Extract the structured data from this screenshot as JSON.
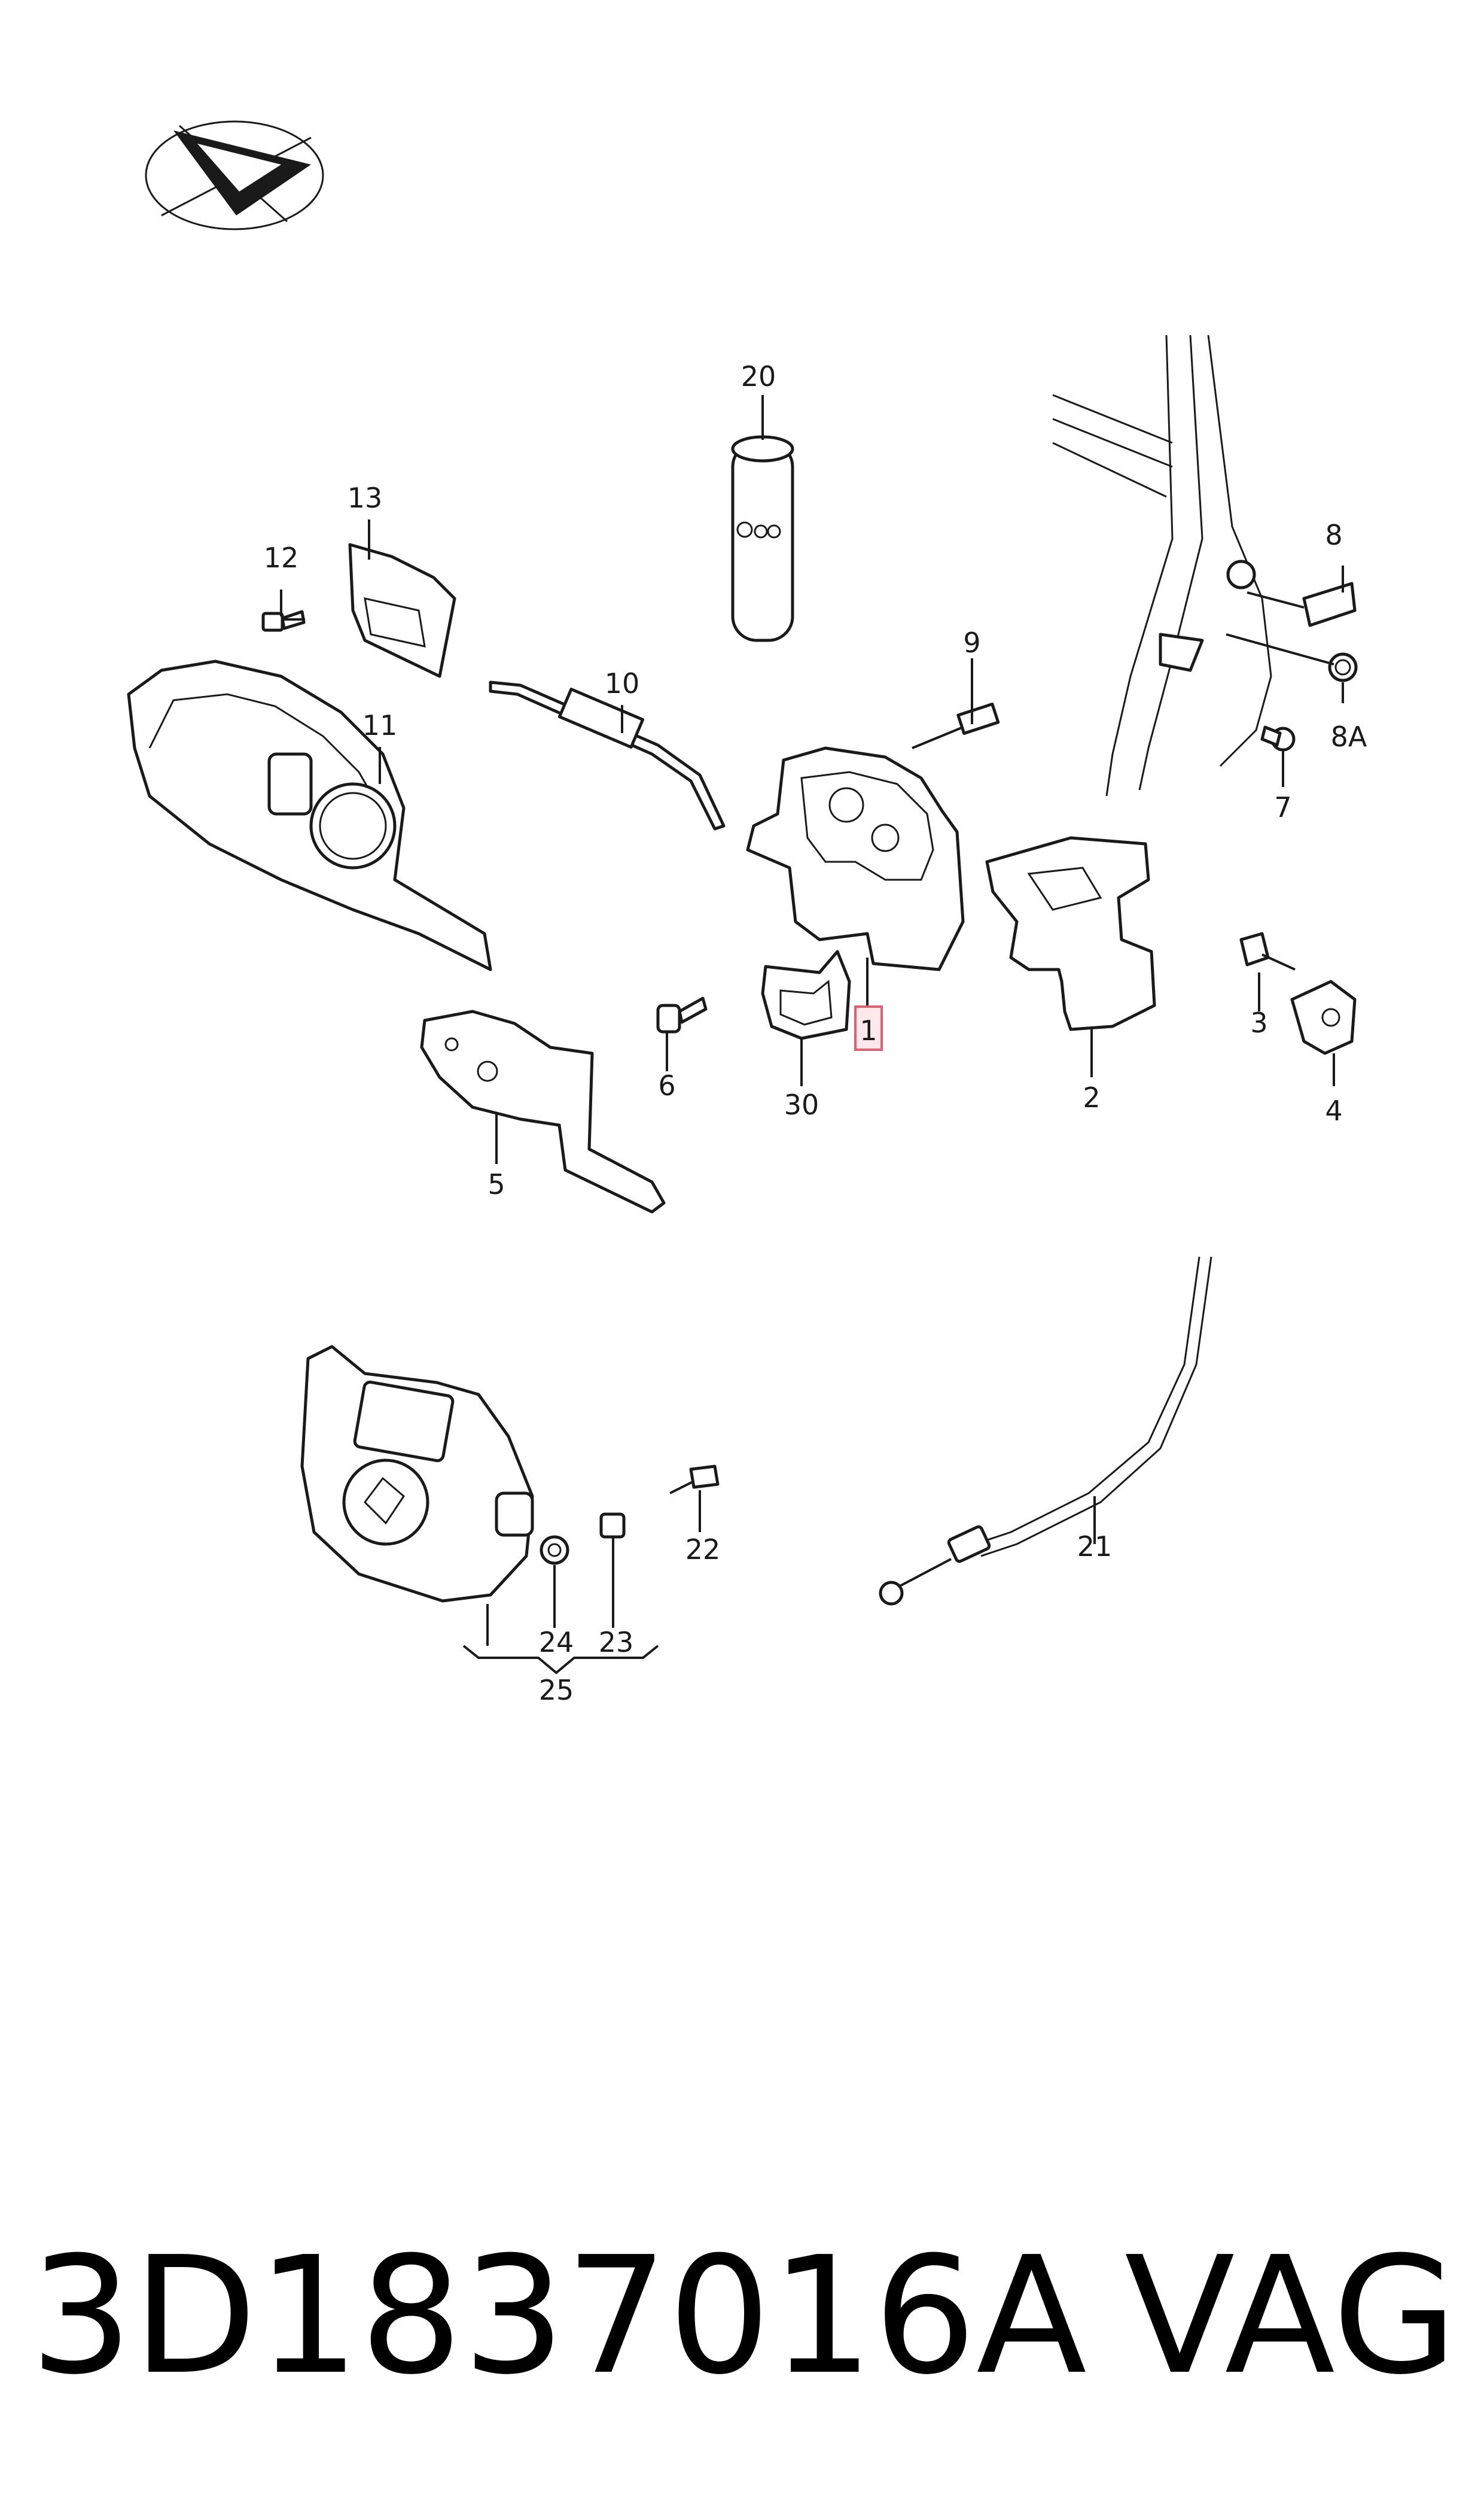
{
  "diagram": {
    "callouts": [
      {
        "id": "c1",
        "label": "1",
        "highlighted": true
      },
      {
        "id": "c2",
        "label": "2"
      },
      {
        "id": "c3",
        "label": "3"
      },
      {
        "id": "c4",
        "label": "4"
      },
      {
        "id": "c5",
        "label": "5"
      },
      {
        "id": "c6",
        "label": "6"
      },
      {
        "id": "c7",
        "label": "7"
      },
      {
        "id": "c8",
        "label": "8"
      },
      {
        "id": "c8a",
        "label": "8A"
      },
      {
        "id": "c9",
        "label": "9"
      },
      {
        "id": "c10",
        "label": "10"
      },
      {
        "id": "c11",
        "label": "11"
      },
      {
        "id": "c12",
        "label": "12"
      },
      {
        "id": "c13",
        "label": "13"
      },
      {
        "id": "c20",
        "label": "20"
      },
      {
        "id": "c21",
        "label": "21"
      },
      {
        "id": "c22",
        "label": "22"
      },
      {
        "id": "c23",
        "label": "23"
      },
      {
        "id": "c24",
        "label": "24"
      },
      {
        "id": "c25",
        "label": "25"
      },
      {
        "id": "c30",
        "label": "30"
      }
    ],
    "highlight_color": "#e06070",
    "orientation_icon": "direction-arrow-icon"
  },
  "footer": {
    "part_number": "3D1837016A",
    "brand": "VAG"
  }
}
